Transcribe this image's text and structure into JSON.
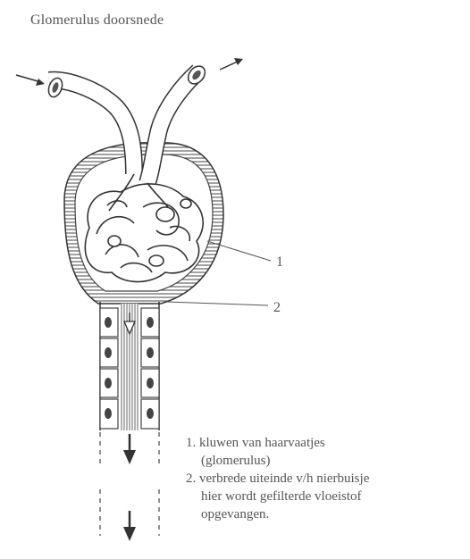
{
  "title": "Glomerulus doorsnede",
  "labels": {
    "one": "1",
    "two": "2"
  },
  "legend": {
    "item1_line1": "1. kluwen van haarvaatjes",
    "item1_line2": "(glomerulus)",
    "item2_line1": "2. verbrede uiteinde v/h nierbuisje",
    "item2_line2": "hier wordt gefilterde vloeistof",
    "item2_line3": "opgevangen."
  }
}
